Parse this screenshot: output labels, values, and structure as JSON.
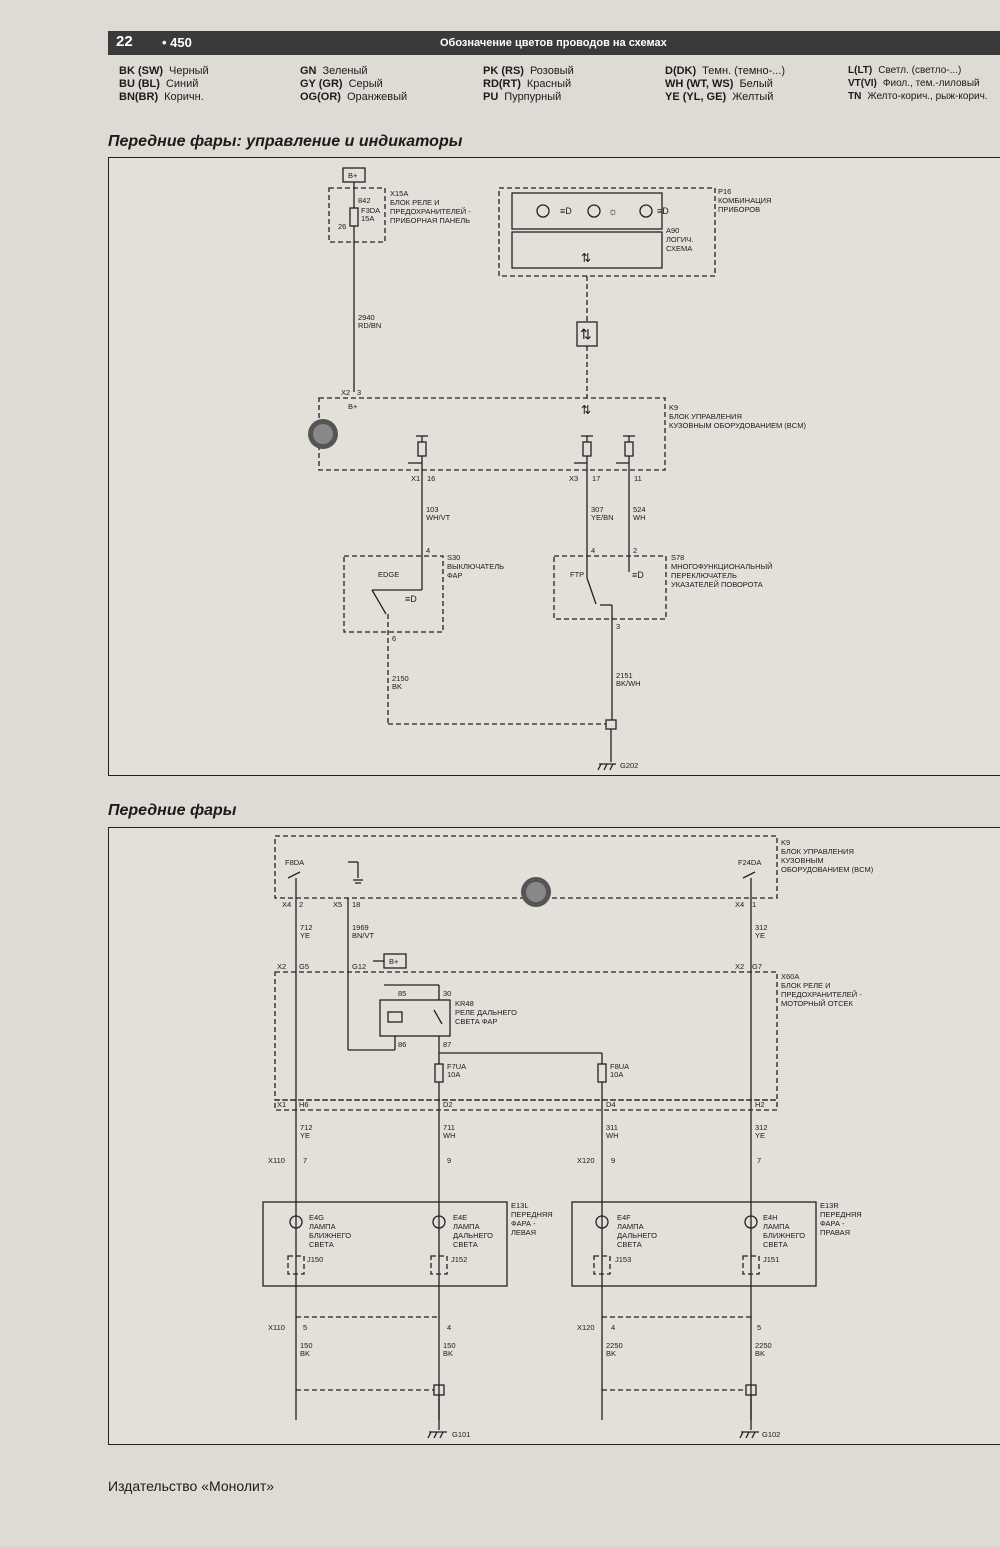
{
  "header": {
    "chapter": "22",
    "page": "• 450",
    "title": "Обозначение цветов проводов на схемах"
  },
  "legend": [
    {
      "code": "BK (SW)",
      "name": "Черный"
    },
    {
      "code": "BU (BL)",
      "name": "Синий"
    },
    {
      "code": "BN(BR)",
      "name": "Коричн."
    },
    {
      "code": "GN",
      "name": "Зеленый"
    },
    {
      "code": "GY (GR)",
      "name": "Серый"
    },
    {
      "code": "OG(OR)",
      "name": "Оранжевый"
    },
    {
      "code": "PK (RS)",
      "name": "Розовый"
    },
    {
      "code": "RD(RT)",
      "name": "Красный"
    },
    {
      "code": "PU",
      "name": "Пурпурный"
    },
    {
      "code": "D(DK)",
      "name": "Темн. (темно-...)"
    },
    {
      "code": "WH (WT, WS)",
      "name": "Белый"
    },
    {
      "code": "YE (YL, GE)",
      "name": "Желтый"
    },
    {
      "code": "L(LT)",
      "name": "Светл. (светло-...)"
    },
    {
      "code": "VT(VI)",
      "name": "Фиол., тем.-лиловый"
    },
    {
      "code": "TN",
      "name": "Желто-корич., рыж-корич."
    }
  ],
  "section1": {
    "title": "Передние фары: управление и индикаторы",
    "labels": {
      "bplus": "B+",
      "x15a": "X15A",
      "x15a_d1": "БЛОК РЕЛЕ И",
      "x15a_d2": "ПРЕДОХРАНИТЕЛЕЙ -",
      "x15a_d3": "ПРИБОРНАЯ ПАНЕЛЬ",
      "pin842": "842",
      "f3da": "F3DA",
      "f3da_a": "15A",
      "pin26": "26",
      "w2940": "2940",
      "w2940c": "RD/BN",
      "p16": "P16",
      "p16_d1": "КОМБИНАЦИЯ",
      "p16_d2": "ПРИБОРОВ",
      "a90": "A90",
      "a90_d1": "ЛОГИЧ.",
      "a90_d2": "СХЕМА",
      "x2": "X2",
      "pin3": "3",
      "bplus2": "B+",
      "k9": "K9",
      "k9_d1": "БЛОК УПРАВЛЕНИЯ",
      "k9_d2": "КУЗОВНЫМ ОБОРУДОВАНИЕМ (BCM)",
      "x1": "X1",
      "pin16": "16",
      "x3": "X3",
      "pin17": "17",
      "pin11": "11",
      "w103": "103",
      "w103c": "WH/VT",
      "w307": "307",
      "w307c": "YE/BN",
      "w524": "524",
      "w524c": "WH",
      "pin4a": "4",
      "s30": "S30",
      "s30_d1": "ВЫКЛЮЧАТЕЛЬ",
      "s30_d2": "ФАР",
      "edge": "EDGE",
      "pin6": "6",
      "pin4b": "4",
      "pin2": "2",
      "s78": "S78",
      "s78_d1": "МНОГОФУНКЦИОНАЛЬНЫЙ",
      "s78_d2": "ПЕРЕКЛЮЧАТЕЛЬ",
      "s78_d3": "УКАЗАТЕЛЕЙ ПОВОРОТА",
      "ftp": "FTP",
      "pin3b": "3",
      "w2150": "2150",
      "w2150c": "BK",
      "w2151": "2151",
      "w2151c": "BK/WH",
      "g202": "G202"
    }
  },
  "section2": {
    "title": "Передние фары",
    "labels": {
      "k9": "K9",
      "k9_d1": "БЛОК УПРАВЛЕНИЯ",
      "k9_d2": "КУЗОВНЫМ",
      "k9_d3": "ОБОРУДОВАНИЕМ (BCM)",
      "f8da": "F8DA",
      "f24da": "F24DA",
      "x4a": "X4",
      "pin2": "2",
      "x5": "X5",
      "pin18": "18",
      "x4b": "X4",
      "pin1": "1",
      "w712": "712",
      "w712c": "YE",
      "w1969": "1969",
      "w1969c": "BN/VT",
      "w312": "312",
      "w312c": "YE",
      "x2a": "X2",
      "g5": "G5",
      "g12": "G12",
      "bplus": "B+",
      "x2b": "X2",
      "g7": "G7",
      "x60a": "X60A",
      "x60a_d1": "БЛОК РЕЛЕ И",
      "x60a_d2": "ПРЕДОХРАНИТЕЛЕЙ -",
      "x60a_d3": "МОТОРНЫЙ ОТСЕК",
      "p85": "85",
      "p30": "30",
      "p86": "86",
      "p87": "87",
      "kr48": "KR48",
      "kr48_d1": "РЕЛЕ ДАЛЬНЕГО",
      "kr48_d2": "СВЕТА ФАР",
      "f7ua": "F7UA",
      "f7ua_a": "10A",
      "f8ua": "F8UA",
      "f8ua_a": "10A",
      "x1": "X1",
      "h6": "H6",
      "d2": "D2",
      "d4": "D4",
      "h2": "H2",
      "w712b": "712",
      "w712bc": "YE",
      "w711": "711",
      "w711c": "WH",
      "w311": "311",
      "w311c": "WH",
      "w312b": "312",
      "w312bc": "YE",
      "x110a": "X110",
      "p7a": "7",
      "p9a": "9",
      "x120a": "X120",
      "p9b": "9",
      "p7b": "7",
      "e13l": "E13L",
      "e13l_d1": "ПЕРЕДНЯЯ",
      "e13l_d2": "ФАРА -",
      "e13l_d3": "ЛЕВАЯ",
      "e13r": "E13R",
      "e13r_d1": "ПЕРЕДНЯЯ",
      "e13r_d2": "ФАРА -",
      "e13r_d3": "ПРАВАЯ",
      "e4g": "E4G",
      "e4g_d1": "ЛАМПА",
      "e4g_d2": "БЛИЖНЕГО",
      "e4g_d3": "СВЕТА",
      "j150": "J150",
      "e4e": "E4E",
      "e4e_d1": "ЛАМПА",
      "e4e_d2": "ДАЛЬНЕГО",
      "e4e_d3": "СВЕТА",
      "j152": "J152",
      "e4f": "E4F",
      "e4f_d1": "ЛАМПА",
      "e4f_d2": "ДАЛЬНЕГО",
      "e4f_d3": "СВЕТА",
      "j153": "J153",
      "e4h": "E4H",
      "e4h_d1": "ЛАМПА",
      "e4h_d2": "БЛИЖНЕГО",
      "e4h_d3": "СВЕТА",
      "j151": "J151",
      "x110b": "X110",
      "p5a": "5",
      "p4a": "4",
      "x120b": "X120",
      "p4b": "4",
      "p5b": "5",
      "w150a": "150",
      "w150ac": "BK",
      "w150b": "150",
      "w150bc": "BK",
      "w2250a": "2250",
      "w2250ac": "BK",
      "w2250b": "2250",
      "w2250bc": "BK",
      "g101": "G101",
      "g102": "G102"
    }
  },
  "footer": {
    "publisher": "Издательство «Монолит»"
  }
}
